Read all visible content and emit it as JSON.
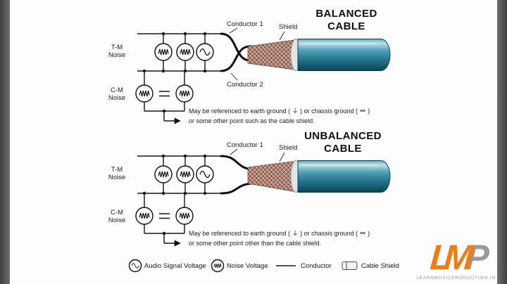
{
  "balanced": {
    "title1": "BALANCED",
    "title2": "CABLE",
    "labels": {
      "conductor1": "Conductor 1",
      "conductor2": "Conductor 2",
      "shield": "Shield",
      "tm1": "T-M",
      "tm2": "Noise",
      "cm1": "C-M",
      "cm2": "Noise"
    },
    "note1": "May be referenced to earth ground ( ⏚ ) or chassis ground ( ⏛ )",
    "note2": "or some other point such as the cable shield."
  },
  "unbalanced": {
    "title1": "UNBALANCED",
    "title2": "CABLE",
    "labels": {
      "conductor1": "Conductor 1",
      "shield": "Shield",
      "tm1": "T-M",
      "tm2": "Noise",
      "cm1": "C-M",
      "cm2": "Noise"
    },
    "note1": "May be referenced to earth ground ( ⏚ ) or chassis ground ( ⏛ )",
    "note2": "or some other point other than the cable shield."
  },
  "legend": {
    "audio": "Audio Signal Voltage",
    "noise": "Noise Voltage",
    "conductor": "Conductor",
    "shield": "Cable Shield"
  },
  "logo": {
    "l": "L",
    "m": "M",
    "p": "P",
    "tagline": "LEARNMUSICPRODUCTION.IN"
  },
  "colors": {
    "cable_teal": "#2f7f95",
    "shield_braid": "#b08273",
    "brand_orange": "#ee7d18"
  }
}
